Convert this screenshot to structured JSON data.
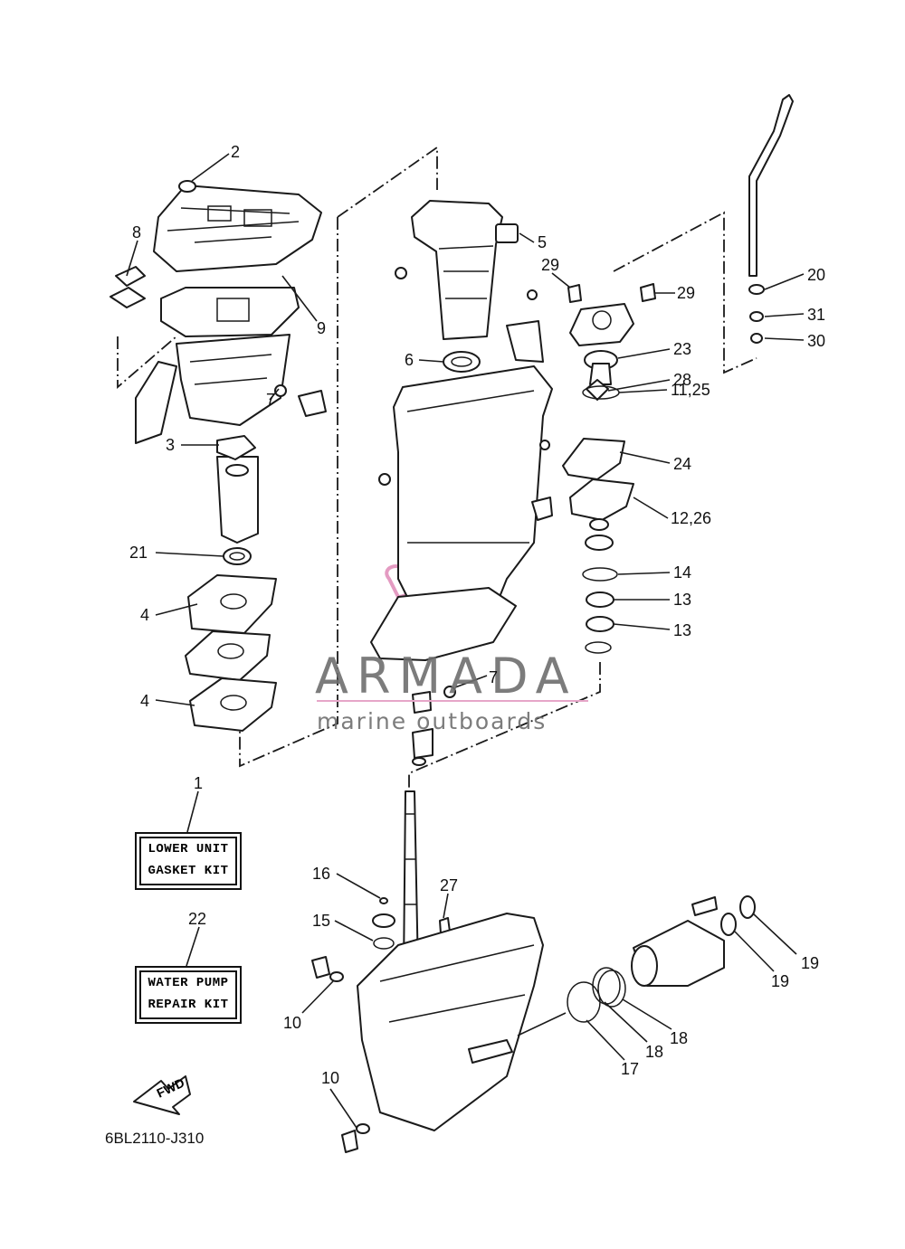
{
  "diagram": {
    "reference_code": "6BL2110-J310",
    "fwd_arrow_label": "FWD",
    "watermark": {
      "brand": "ARMADA",
      "tagline": "marine outboards",
      "accent_color": "#e6a6c8"
    },
    "kits": [
      {
        "number": "1",
        "line1": "LOWER UNIT",
        "line2": "GASKET KIT"
      },
      {
        "number": "22",
        "line1": "WATER PUMP",
        "line2": "REPAIR KIT"
      }
    ],
    "callouts": [
      "2",
      "8",
      "9",
      "7",
      "3",
      "21",
      "4",
      "4",
      "5",
      "6",
      "29",
      "29",
      "20",
      "31",
      "30",
      "23",
      "28",
      "11,25",
      "24",
      "12,26",
      "14",
      "13",
      "13",
      "7",
      "16",
      "27",
      "15",
      "10",
      "10",
      "17",
      "18",
      "18",
      "19",
      "19"
    ]
  }
}
